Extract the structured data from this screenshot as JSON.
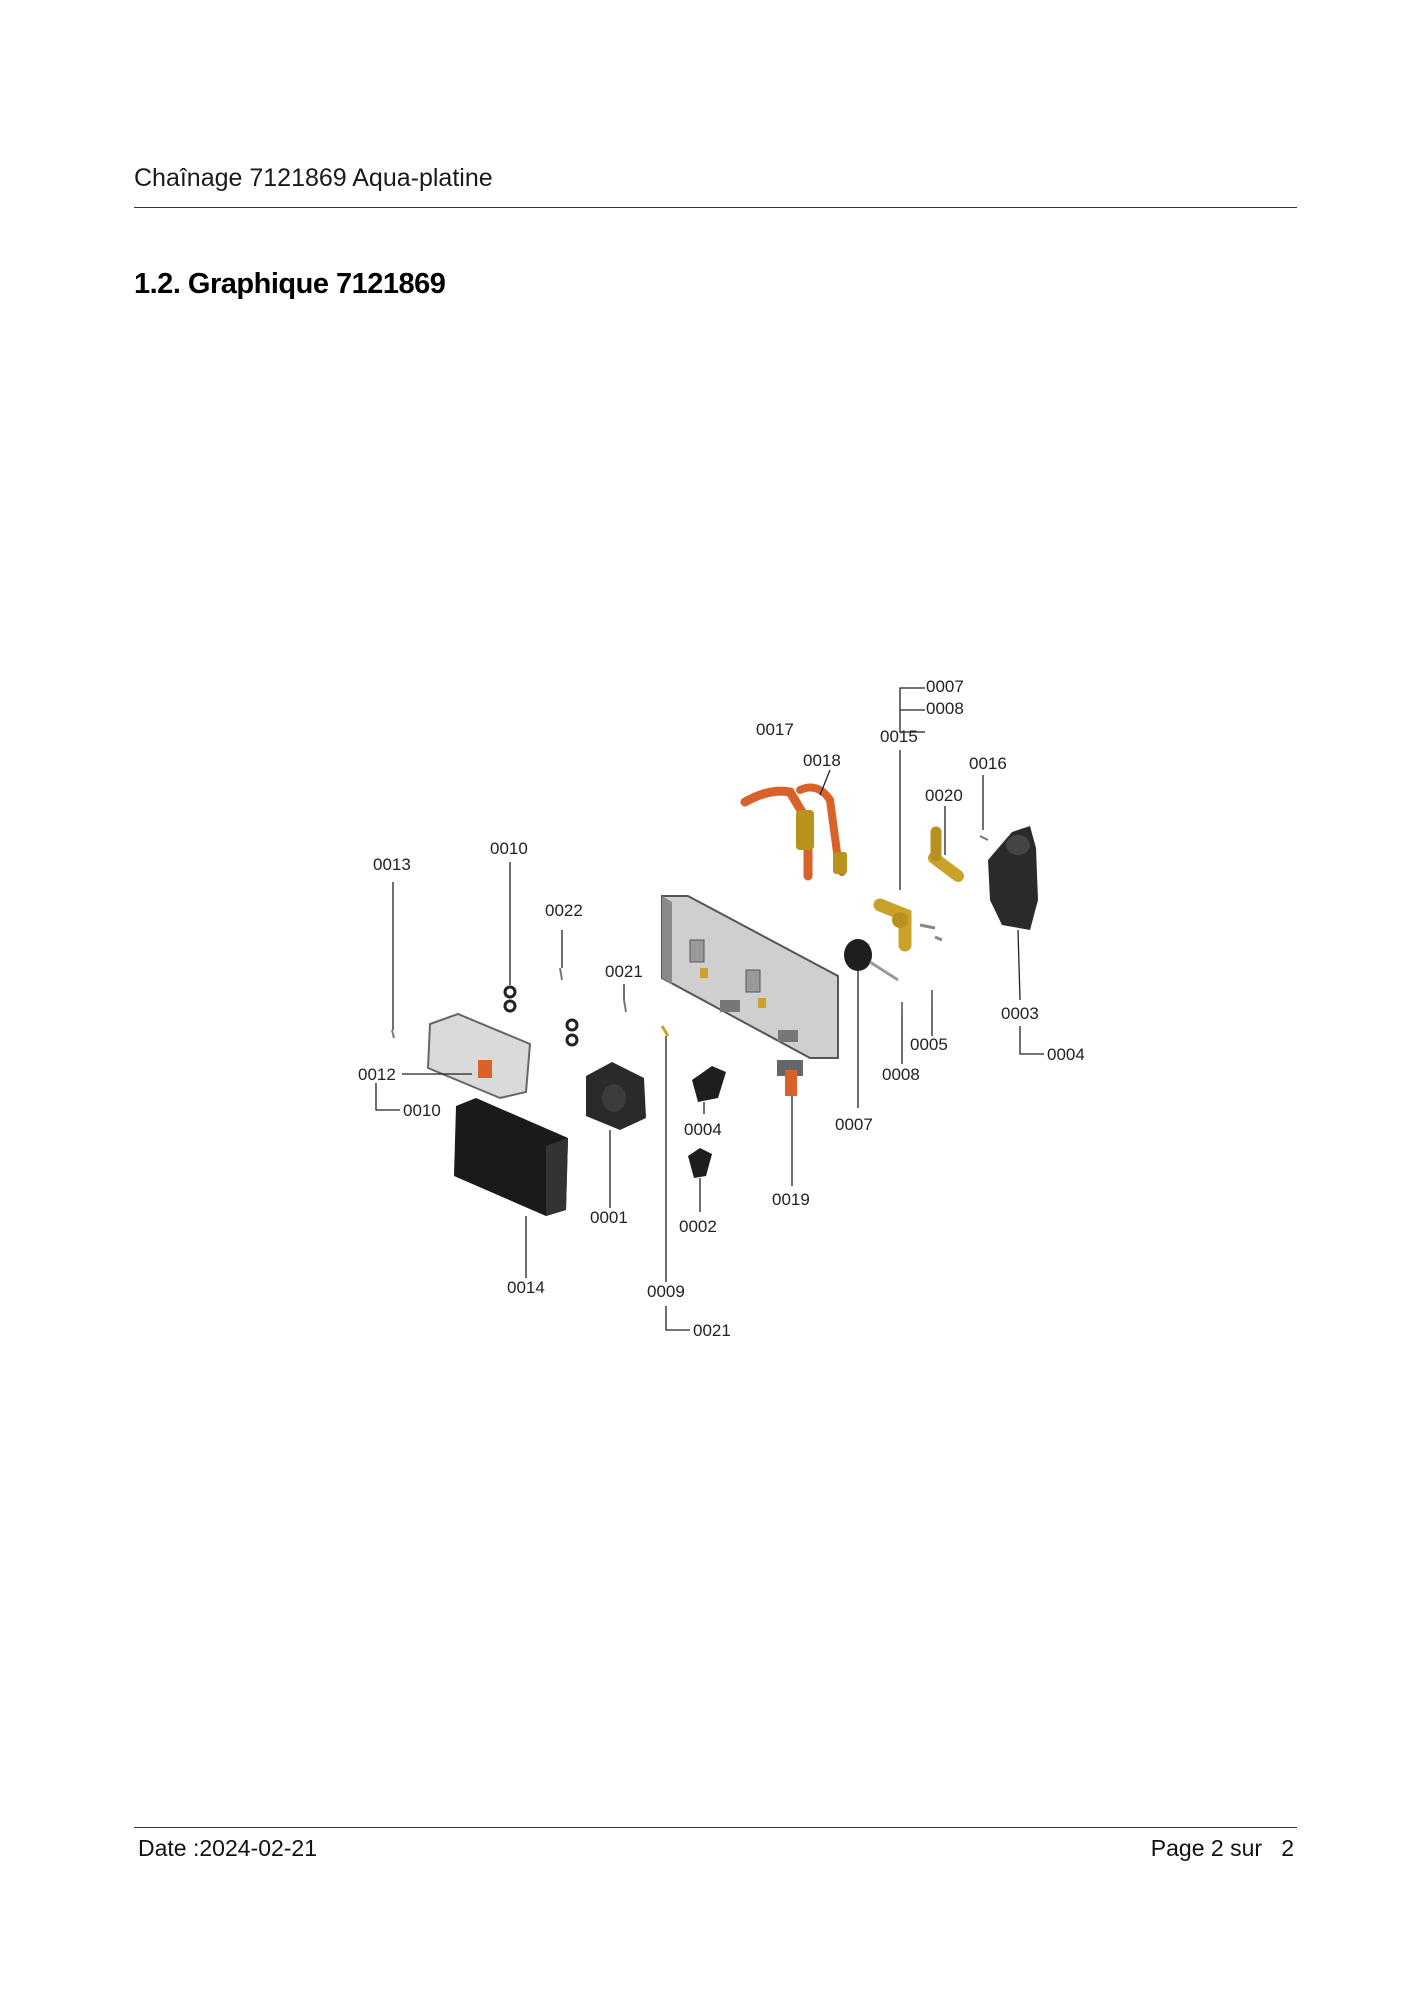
{
  "header": {
    "title": "Chaînage 7121869 Aqua-platine"
  },
  "section": {
    "title": "1.2. Graphique 7121869"
  },
  "diagram": {
    "callouts": [
      "0007",
      "0008",
      "0017",
      "0015",
      "0018",
      "0016",
      "0020",
      "0013",
      "0010",
      "0022",
      "0021",
      "0003",
      "0005",
      "0004",
      "0012",
      "0010",
      "0008",
      "0007",
      "0004",
      "0001",
      "0019",
      "0002",
      "0014",
      "0009",
      "0021"
    ],
    "colors": {
      "copper": "#d9622b",
      "brass": "#c9a227",
      "dark_part": "#222222",
      "frame": "#6e6e6e",
      "light_housing": "#d8d8d8"
    }
  },
  "footer": {
    "date": "Date :2024-02-21",
    "page_label": "Page 2 sur",
    "page_total": "2"
  }
}
